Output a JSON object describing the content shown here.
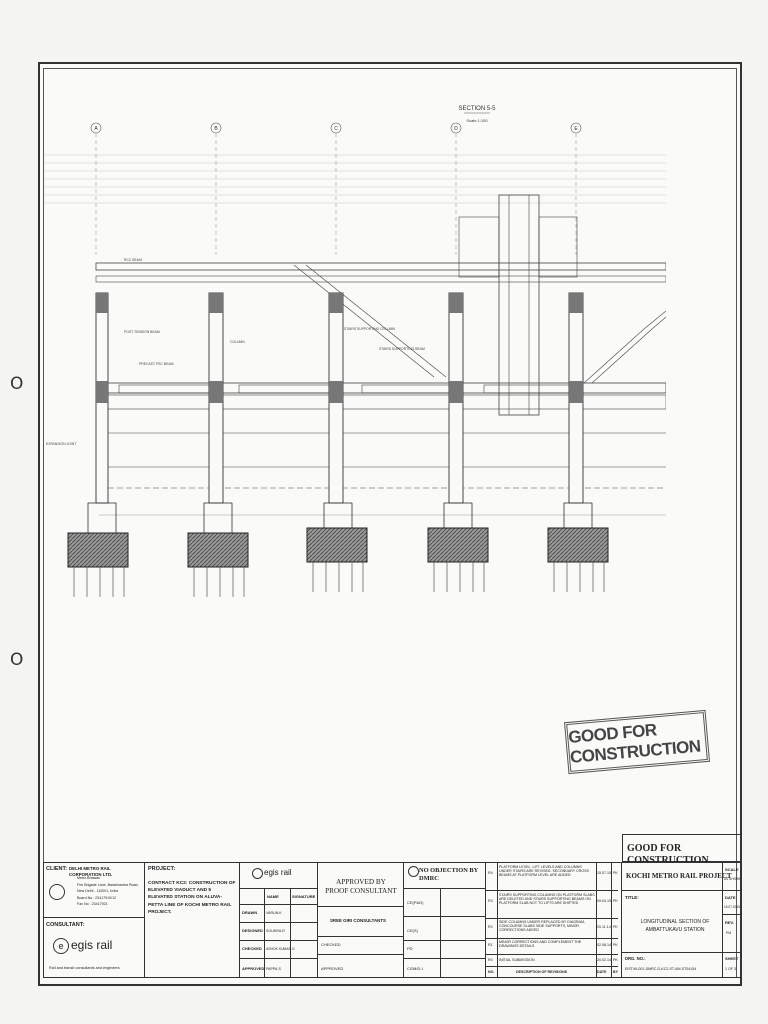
{
  "binder_holes": [
    "O",
    "O"
  ],
  "drawing": {
    "section_title": "SECTION 5-5",
    "scale_note": "Scale 1:100",
    "grid_labels": [
      "A",
      "B",
      "C",
      "D",
      "E"
    ],
    "member_labels": [
      "RCC BEAM",
      "POST-TENSION BEAM",
      "PRECAST PSC BEAM",
      "COLUMN",
      "STAIRS SUPPORTING COLUMN",
      "STAIRS SUPPORTING BEAM",
      "EXPANSION JOINT"
    ]
  },
  "stamp": {
    "text": "GOOD FOR CONSTRUCTION"
  },
  "title_block": {
    "status_banner": "GOOD FOR CONSTRUCTION",
    "client": {
      "label": "CLIENT:",
      "name": "DELHI METRO RAIL CORPORATION LTD.",
      "address": [
        "Metro Bhawan",
        "Fire Brigade Lane, Barakhamba Road,",
        "New Delhi - 110001, India",
        "Board No : 23417910/12",
        "Fax No : 23417921"
      ]
    },
    "consultant": {
      "label": "CONSULTANT:",
      "logo_text": "egis rail",
      "tagline": "Rail and transit consultants and engineers"
    },
    "project": {
      "label": "PROJECT:",
      "description": "CONTRACT KC2: CONSTRUCTION OF ELEVATED VIADUCT AND 5 ELEVATED STATION ON ALUVA-PETTA LINE OF KOCHI METRO RAIL PROJECT."
    },
    "signatures": {
      "logo_text": "egis rail",
      "col_name": "NAME",
      "col_signature": "SIGNATURE",
      "rows": [
        {
          "role": "DRAWN",
          "name": "VARUN.K"
        },
        {
          "role": "DESIGNED",
          "name": "SOUMYA.R"
        },
        {
          "role": "CHECKED",
          "name": "ASHOK KUMAR.G"
        },
        {
          "role": "APPROVED",
          "name": "PAPPA.S"
        }
      ]
    },
    "proof": {
      "title": "APPROVED BY PROOF CONSULTANT",
      "firm": "SREE GIRI CONSULTANTS",
      "checked": "CHECKED",
      "approved": "APPROVED"
    },
    "dmrc": {
      "title": "NO OBJECTION BY DMRC",
      "rows": [
        "CE(P&D)",
        "CE(S)",
        "PD",
        "CGM/D-I"
      ]
    },
    "revisions": {
      "col_no": "NO.",
      "col_desc": "DESCRIPTION OF REVISIONS",
      "col_date": "DATE",
      "col_by": "BY",
      "rows": [
        {
          "no": "R4",
          "desc": "PLATFORM LEVEL, LIFT LEVELS AND COLUMNS UNDER STAIRS ARE REVISED. SECONDARY CROSS BEAMS AT PLATFORM LEVEL ARE ADDED",
          "date": "15.07.15",
          "by": "PK"
        },
        {
          "no": "R3",
          "desc": "STAIRS SUPPORTING COLUMNS ON PLATFORM SLABS ARE DELETED AND STAIRS SUPPORTING BEAMS ON PLATFORM SLAB NOT TO LIFTS ARE SHIFTED",
          "date": "09.04.15",
          "by": "PK"
        },
        {
          "no": "R2",
          "desc": "SIDE COLUMNS UNDER REPLACED BY DIAGRAM, CONCOURSE SLABS SIDE SUPPORTS; MINOR CORRECTIONS ADDED",
          "date": "20.11.14",
          "by": "PK"
        },
        {
          "no": "R1",
          "desc": "MINOR CORRECTIONS AND COMPLEMENT THE DRAWINGS DETAILS",
          "date": "02.08.14",
          "by": "PK"
        },
        {
          "no": "R0",
          "desc": "INITIAL SUBMISSION",
          "date": "20.02.14",
          "by": "PK"
        }
      ]
    },
    "info": {
      "project_name": "KOCHI METRO RAIL PROJECT",
      "scale_label": "SCALE",
      "scale_value": "AS SHOWN",
      "title_label": "TITLE:",
      "title_value": "LONGITUDINAL SECTION OF AMBATTUKAVU STATION",
      "date_label": "DATE",
      "date_value": "15.07.2015",
      "rev_label": "REV.",
      "rev_value": "R4",
      "dwg_label": "DRG. NO.:",
      "dwg_value": "EIST/KL001-DMRC-D-KC2-ST-AM-ST04154",
      "sheet_label": "SHEET",
      "sheet_value": "1 OF 3"
    }
  }
}
